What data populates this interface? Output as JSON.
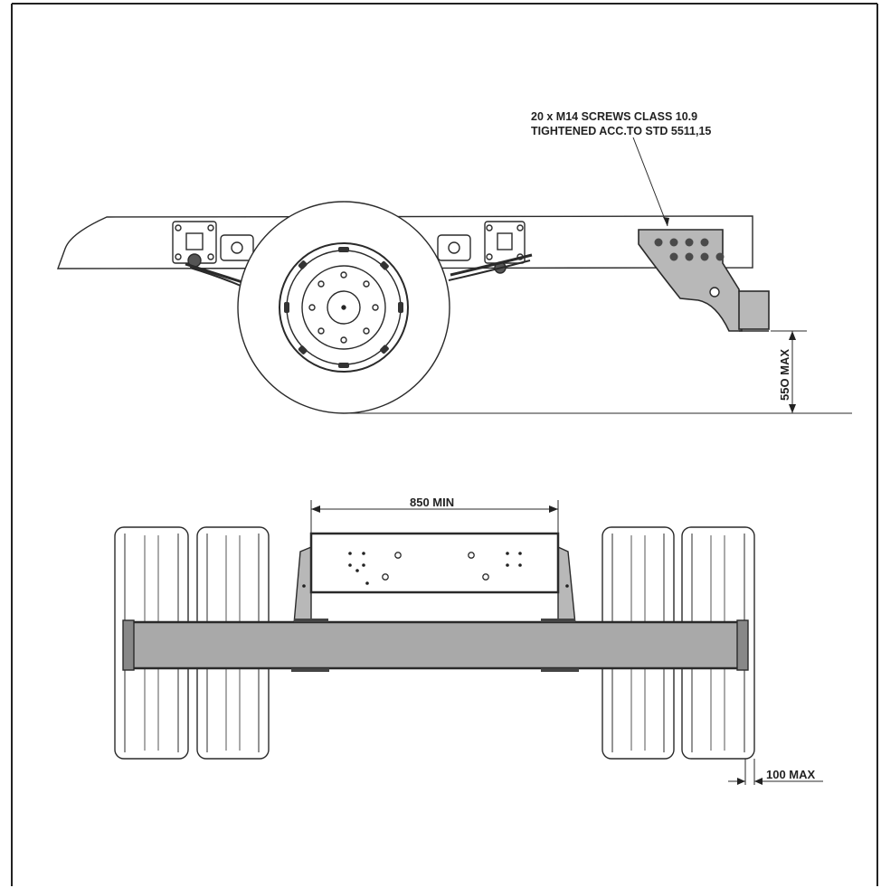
{
  "annotations": {
    "screws_line1": "20 x M14 SCREWS CLASS 10.9",
    "screws_line2": "TIGHTENED ACC.TO STD 5511,15",
    "height_dim": "55O MAX",
    "width_dim": "850 MIN",
    "overhang_dim": "100 MAX"
  },
  "colors": {
    "line": "#2a2a2a",
    "beam_fill": "#a9a9a9",
    "bracket_fill": "#b8b8b8",
    "bolt_fill": "#4a4a4a"
  }
}
